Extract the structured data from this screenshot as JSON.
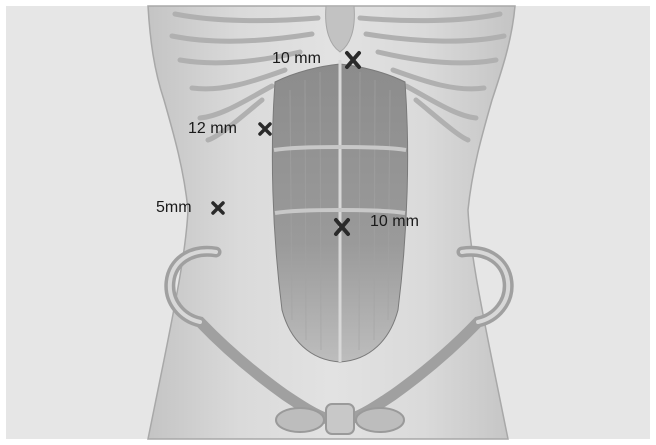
{
  "ports": [
    {
      "id": "epigastric",
      "size": "10 mm"
    },
    {
      "id": "right-subcostal",
      "size": "12 mm"
    },
    {
      "id": "right-flank",
      "size": "5mm"
    },
    {
      "id": "umbilical",
      "size": "10 mm"
    }
  ],
  "colors": {
    "background": "#e4e4e4",
    "skin": "#d2d2d2",
    "muscle": "#8a8a8a",
    "bone": "#b4b4b4",
    "marker": "#2a2a2a"
  },
  "icons": {
    "port_marker": "x-mark-icon"
  }
}
